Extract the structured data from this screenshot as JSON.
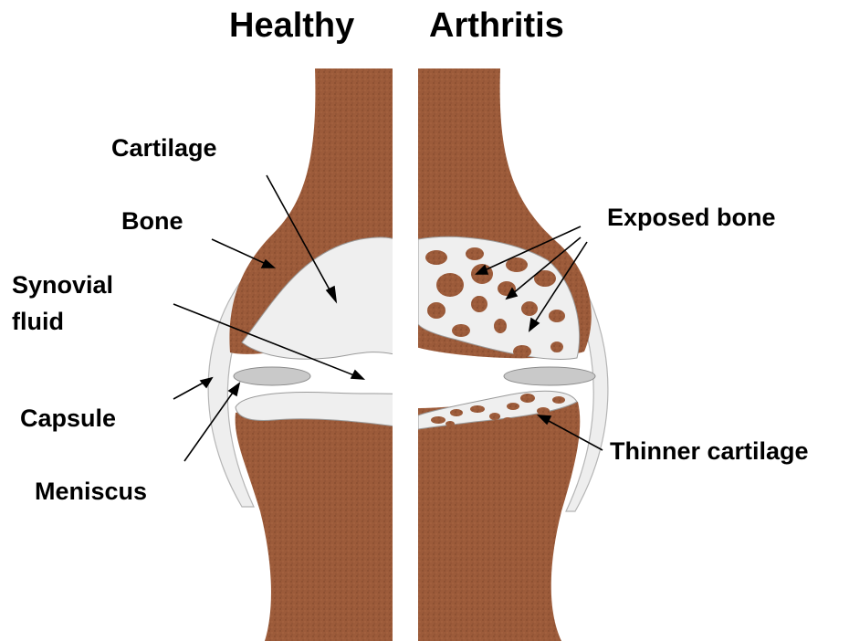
{
  "headings": {
    "healthy": "Healthy",
    "arthritis": "Arthritis"
  },
  "labels": {
    "cartilage": "Cartilage",
    "bone": "Bone",
    "synovial_line1": "Synovial",
    "synovial_line2": "fluid",
    "capsule": "Capsule",
    "meniscus": "Meniscus",
    "exposed_bone": "Exposed bone",
    "thinner_cartilage": "Thinner cartilage"
  },
  "colors": {
    "bone": "#9c5b3a",
    "cartilage": "#efefef",
    "meniscus": "#c9c9c9",
    "capsule": "#eeeeee",
    "divider": "#ffffff"
  }
}
